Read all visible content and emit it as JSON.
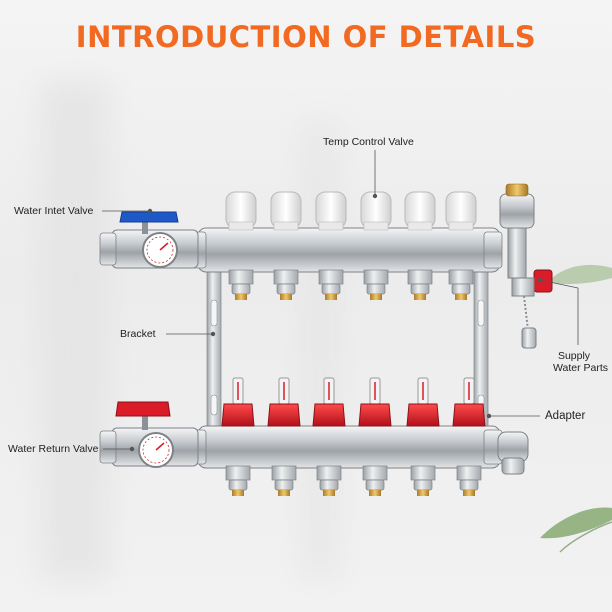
{
  "heading": "INTRODUCTION OF DETAILS",
  "colors": {
    "heading": "#f26a21",
    "steel": "#c9ccd0",
    "red_valve": "#d91c28",
    "blue_valve": "#1f58c7"
  },
  "labels": {
    "temp_control_valve": "Temp Control Valve",
    "water_inlet_valve": "Water Intet Valve",
    "bracket": "Bracket",
    "supply_water_parts_line1": "Supply",
    "supply_water_parts_line2": "Water Parts",
    "adapter": "Adapter",
    "water_return_valve": "Water Return Valve"
  }
}
